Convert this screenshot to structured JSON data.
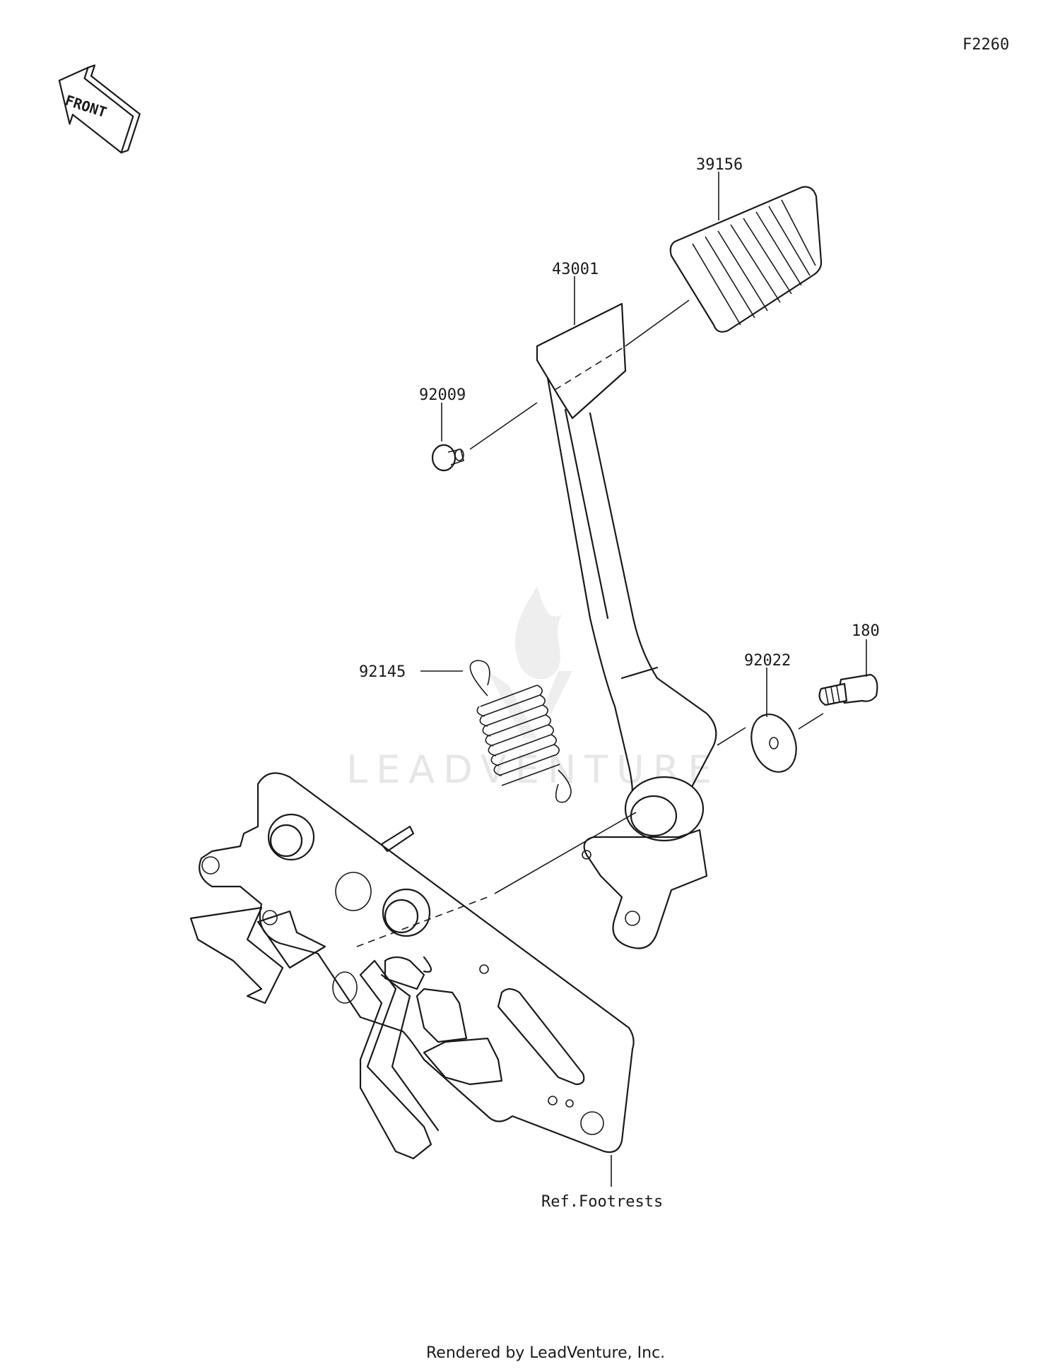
{
  "figure_code": "F2260",
  "front_arrow_text": "FRONT",
  "watermark": "LEADVENTURE",
  "callouts": {
    "pedal_pad": "39156",
    "brake_pedal": "43001",
    "nut": "92009",
    "spring": "92145",
    "washer": "92022",
    "bolt": "180",
    "footrest_ref": "Ref.Footrests"
  },
  "footer": "Rendered by LeadVenture, Inc."
}
